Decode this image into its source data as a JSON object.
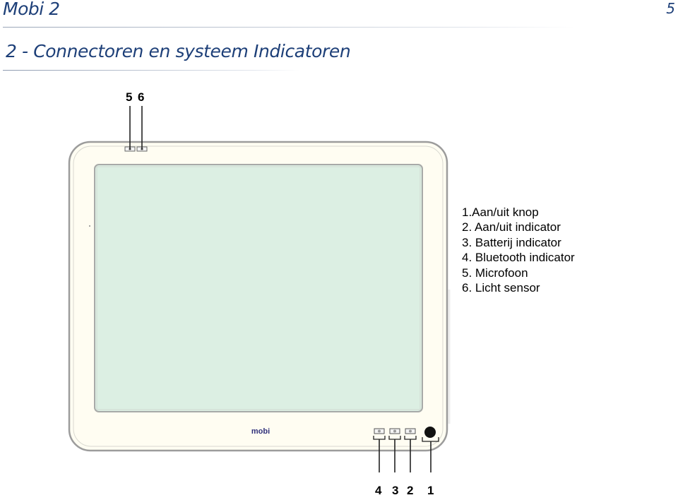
{
  "header": {
    "doc_title": "Mobi 2",
    "page_number": "5"
  },
  "section": {
    "title": "2 - Connectoren en systeem Indicatoren"
  },
  "device": {
    "logo_text": "mobi",
    "screen_color": "#dcefe3",
    "bezel_color": "#fffdf2",
    "outline_color": "#9c9c9c"
  },
  "callouts": {
    "top": [
      "5",
      "6"
    ],
    "bottom": [
      "4",
      "3",
      "2",
      "1"
    ]
  },
  "legend": [
    "1.Aan/uit knop",
    "2. Aan/uit indicator",
    "3. Batterij indicator",
    "4. Bluetooth indicator",
    "5. Microfoon",
    "6. Licht sensor"
  ]
}
